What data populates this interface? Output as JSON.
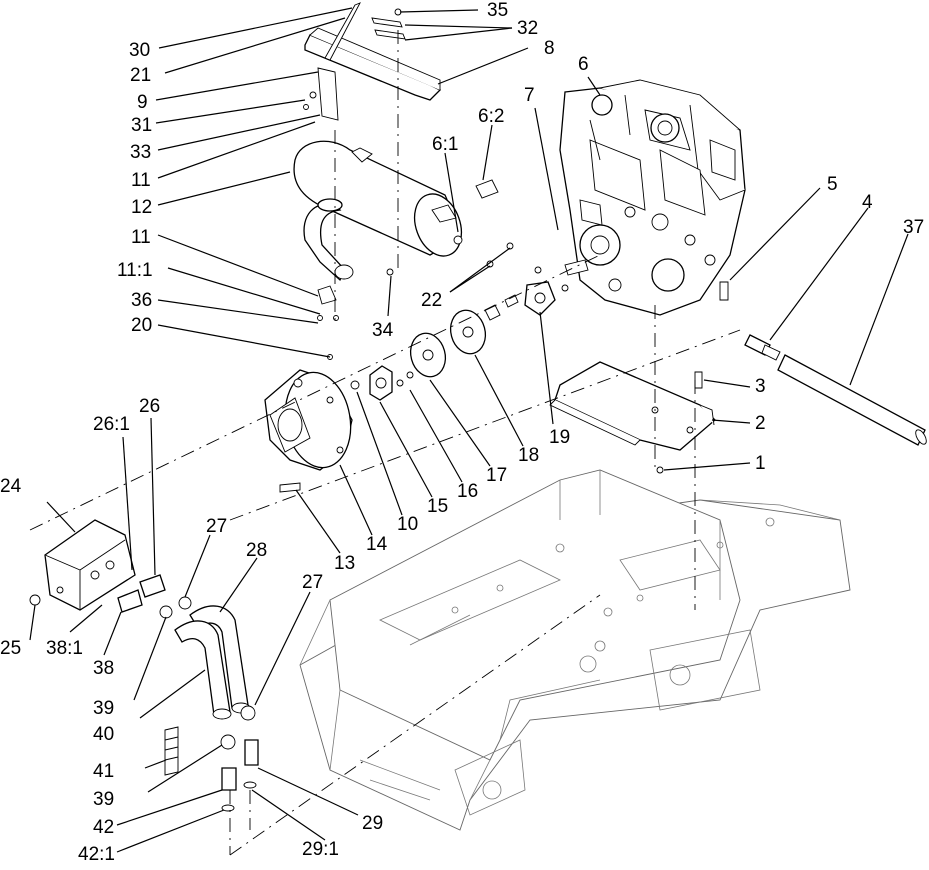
{
  "callouts": [
    {
      "id": "c1",
      "text": "1"
    },
    {
      "id": "c2",
      "text": "2"
    },
    {
      "id": "c3",
      "text": "3"
    },
    {
      "id": "c4",
      "text": "4"
    },
    {
      "id": "c5",
      "text": "5"
    },
    {
      "id": "c6",
      "text": "6"
    },
    {
      "id": "c6_1",
      "text": "6:1"
    },
    {
      "id": "c6_2",
      "text": "6:2"
    },
    {
      "id": "c7",
      "text": "7"
    },
    {
      "id": "c8",
      "text": "8"
    },
    {
      "id": "c9",
      "text": "9"
    },
    {
      "id": "c10",
      "text": "10"
    },
    {
      "id": "c11a",
      "text": "11"
    },
    {
      "id": "c11b",
      "text": "11"
    },
    {
      "id": "c11_1",
      "text": "11:1"
    },
    {
      "id": "c12",
      "text": "12"
    },
    {
      "id": "c13",
      "text": "13"
    },
    {
      "id": "c14",
      "text": "14"
    },
    {
      "id": "c15",
      "text": "15"
    },
    {
      "id": "c16",
      "text": "16"
    },
    {
      "id": "c17",
      "text": "17"
    },
    {
      "id": "c18",
      "text": "18"
    },
    {
      "id": "c19",
      "text": "19"
    },
    {
      "id": "c20",
      "text": "20"
    },
    {
      "id": "c21",
      "text": "21"
    },
    {
      "id": "c22",
      "text": "22"
    },
    {
      "id": "c24",
      "text": "24"
    },
    {
      "id": "c25",
      "text": "25"
    },
    {
      "id": "c26",
      "text": "26"
    },
    {
      "id": "c26_1",
      "text": "26:1"
    },
    {
      "id": "c27a",
      "text": "27"
    },
    {
      "id": "c27b",
      "text": "27"
    },
    {
      "id": "c28",
      "text": "28"
    },
    {
      "id": "c29",
      "text": "29"
    },
    {
      "id": "c29_1",
      "text": "29:1"
    },
    {
      "id": "c30",
      "text": "30"
    },
    {
      "id": "c31",
      "text": "31"
    },
    {
      "id": "c32",
      "text": "32"
    },
    {
      "id": "c33",
      "text": "33"
    },
    {
      "id": "c34",
      "text": "34"
    },
    {
      "id": "c35",
      "text": "35"
    },
    {
      "id": "c36",
      "text": "36"
    },
    {
      "id": "c37",
      "text": "37"
    },
    {
      "id": "c38",
      "text": "38"
    },
    {
      "id": "c38_1",
      "text": "38:1"
    },
    {
      "id": "c39a",
      "text": "39"
    },
    {
      "id": "c39b",
      "text": "39"
    },
    {
      "id": "c40",
      "text": "40"
    },
    {
      "id": "c41",
      "text": "41"
    },
    {
      "id": "c42",
      "text": "42"
    },
    {
      "id": "c42_1",
      "text": "42:1"
    }
  ]
}
